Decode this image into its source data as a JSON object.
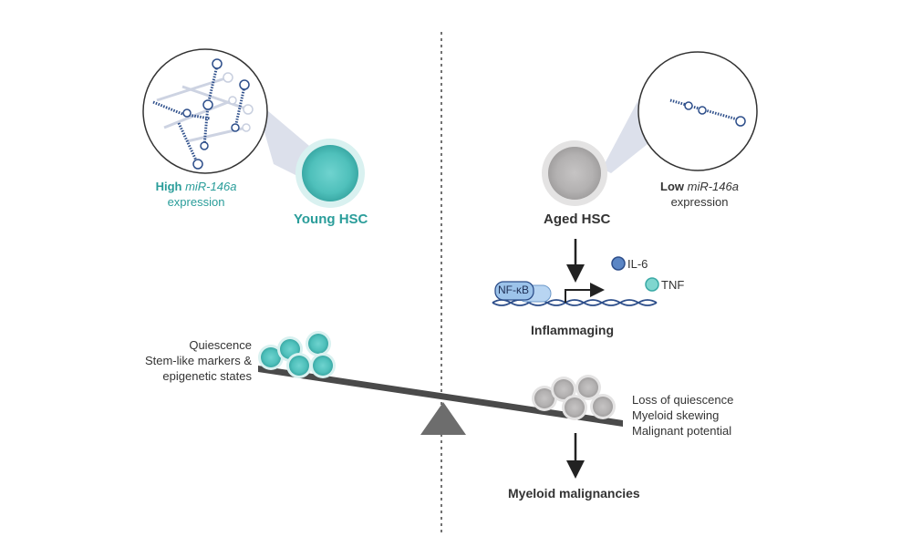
{
  "young": {
    "expression_level": "High",
    "mirna": "miR-146a",
    "expression_word": "expression",
    "cell_label": "Young HSC",
    "traits": [
      "Quiescence",
      "Stem-like markers &",
      "epigenetic states"
    ]
  },
  "aged": {
    "expression_level": "Low",
    "mirna": "miR-146a",
    "expression_word": "expression",
    "cell_label": "Aged HSC",
    "transcription_factor": "NF-κB",
    "cytokines": [
      "IL-6",
      "TNF"
    ],
    "process_label": "Inflammaging",
    "traits": [
      "Loss of quiescence",
      "Myeloid skewing",
      "Malignant potential"
    ],
    "outcome": "Myeloid malignancies"
  },
  "colors": {
    "teal": "#2a9d9a",
    "teal_cell": "#5cc8c4",
    "grey_cell": "#b5b3b3",
    "dna_blue": "#2d4e8a",
    "il6_blue": "#5b86c5",
    "tnf_teal": "#7fd6cf",
    "nfkb_blue": "#9cc3ea",
    "text_dark": "#333333",
    "beam": "#555555"
  }
}
